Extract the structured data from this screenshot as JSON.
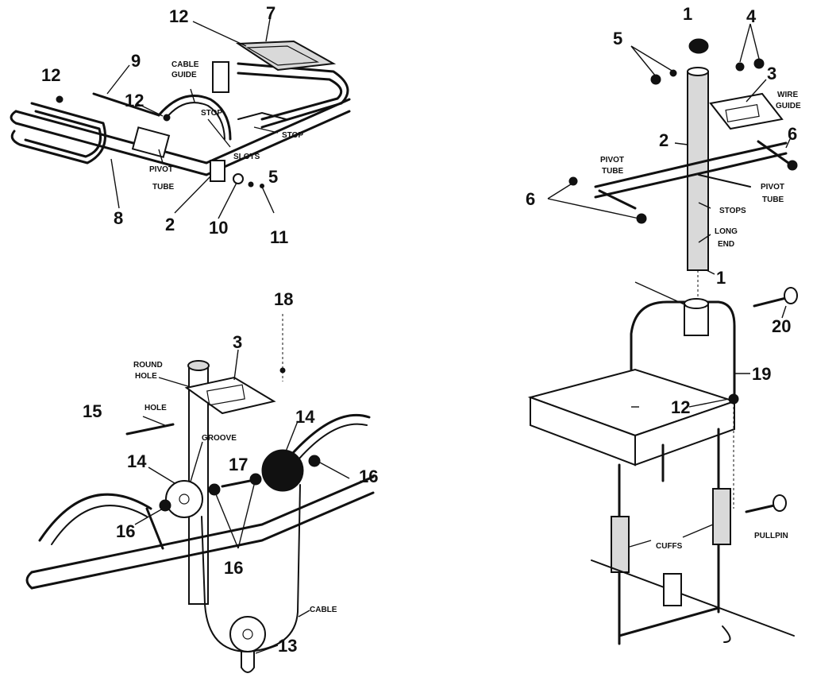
{
  "panel_a": {
    "callouts": {
      "n12a": "12",
      "n7": "7",
      "n12b": "12",
      "n9": "9",
      "n12c": "12",
      "n8": "8",
      "n2": "2",
      "n10": "10",
      "n5": "5",
      "n11": "11"
    },
    "labels": {
      "cable_guide_1": "CABLE",
      "cable_guide_2": "GUIDE",
      "stop_1": "STOP",
      "stop_2": "STOP",
      "slots": "SLOTS",
      "pivot_tube_1": "PIVOT",
      "pivot_tube_2": "TUBE"
    }
  },
  "panel_b": {
    "callouts": {
      "n1top": "1",
      "n5": "5",
      "n4": "4",
      "n3": "3",
      "n2": "2",
      "n6a": "6",
      "n6b": "6",
      "n1bottom": "1"
    },
    "labels": {
      "wire_guide_1": "WIRE",
      "wire_guide_2": "GUIDE",
      "pivot_tube_l1": "PIVOT",
      "pivot_tube_l2": "TUBE",
      "pivot_tube_r1": "PIVOT",
      "pivot_tube_r2": "TUBE",
      "stops": "STOPS",
      "long_end_1": "LONG",
      "long_end_2": "END"
    }
  },
  "panel_c": {
    "callouts": {
      "n18top": "18",
      "n3": "3",
      "n15": "15",
      "n14a": "14",
      "n14b": "14",
      "n17": "17",
      "n16a": "16",
      "n16b": "16",
      "n16c": "16",
      "n13": "13"
    },
    "labels": {
      "round_hole_1": "ROUND",
      "round_hole_2": "HOLE",
      "hole": "HOLE",
      "groove": "GROOVE",
      "cable": "CABLE"
    }
  },
  "panel_d": {
    "callouts": {
      "n20": "20",
      "n19": "19",
      "n12": "12"
    },
    "labels": {
      "cuffs": "CUFFS",
      "pull_pin": "PULLPIN"
    }
  }
}
